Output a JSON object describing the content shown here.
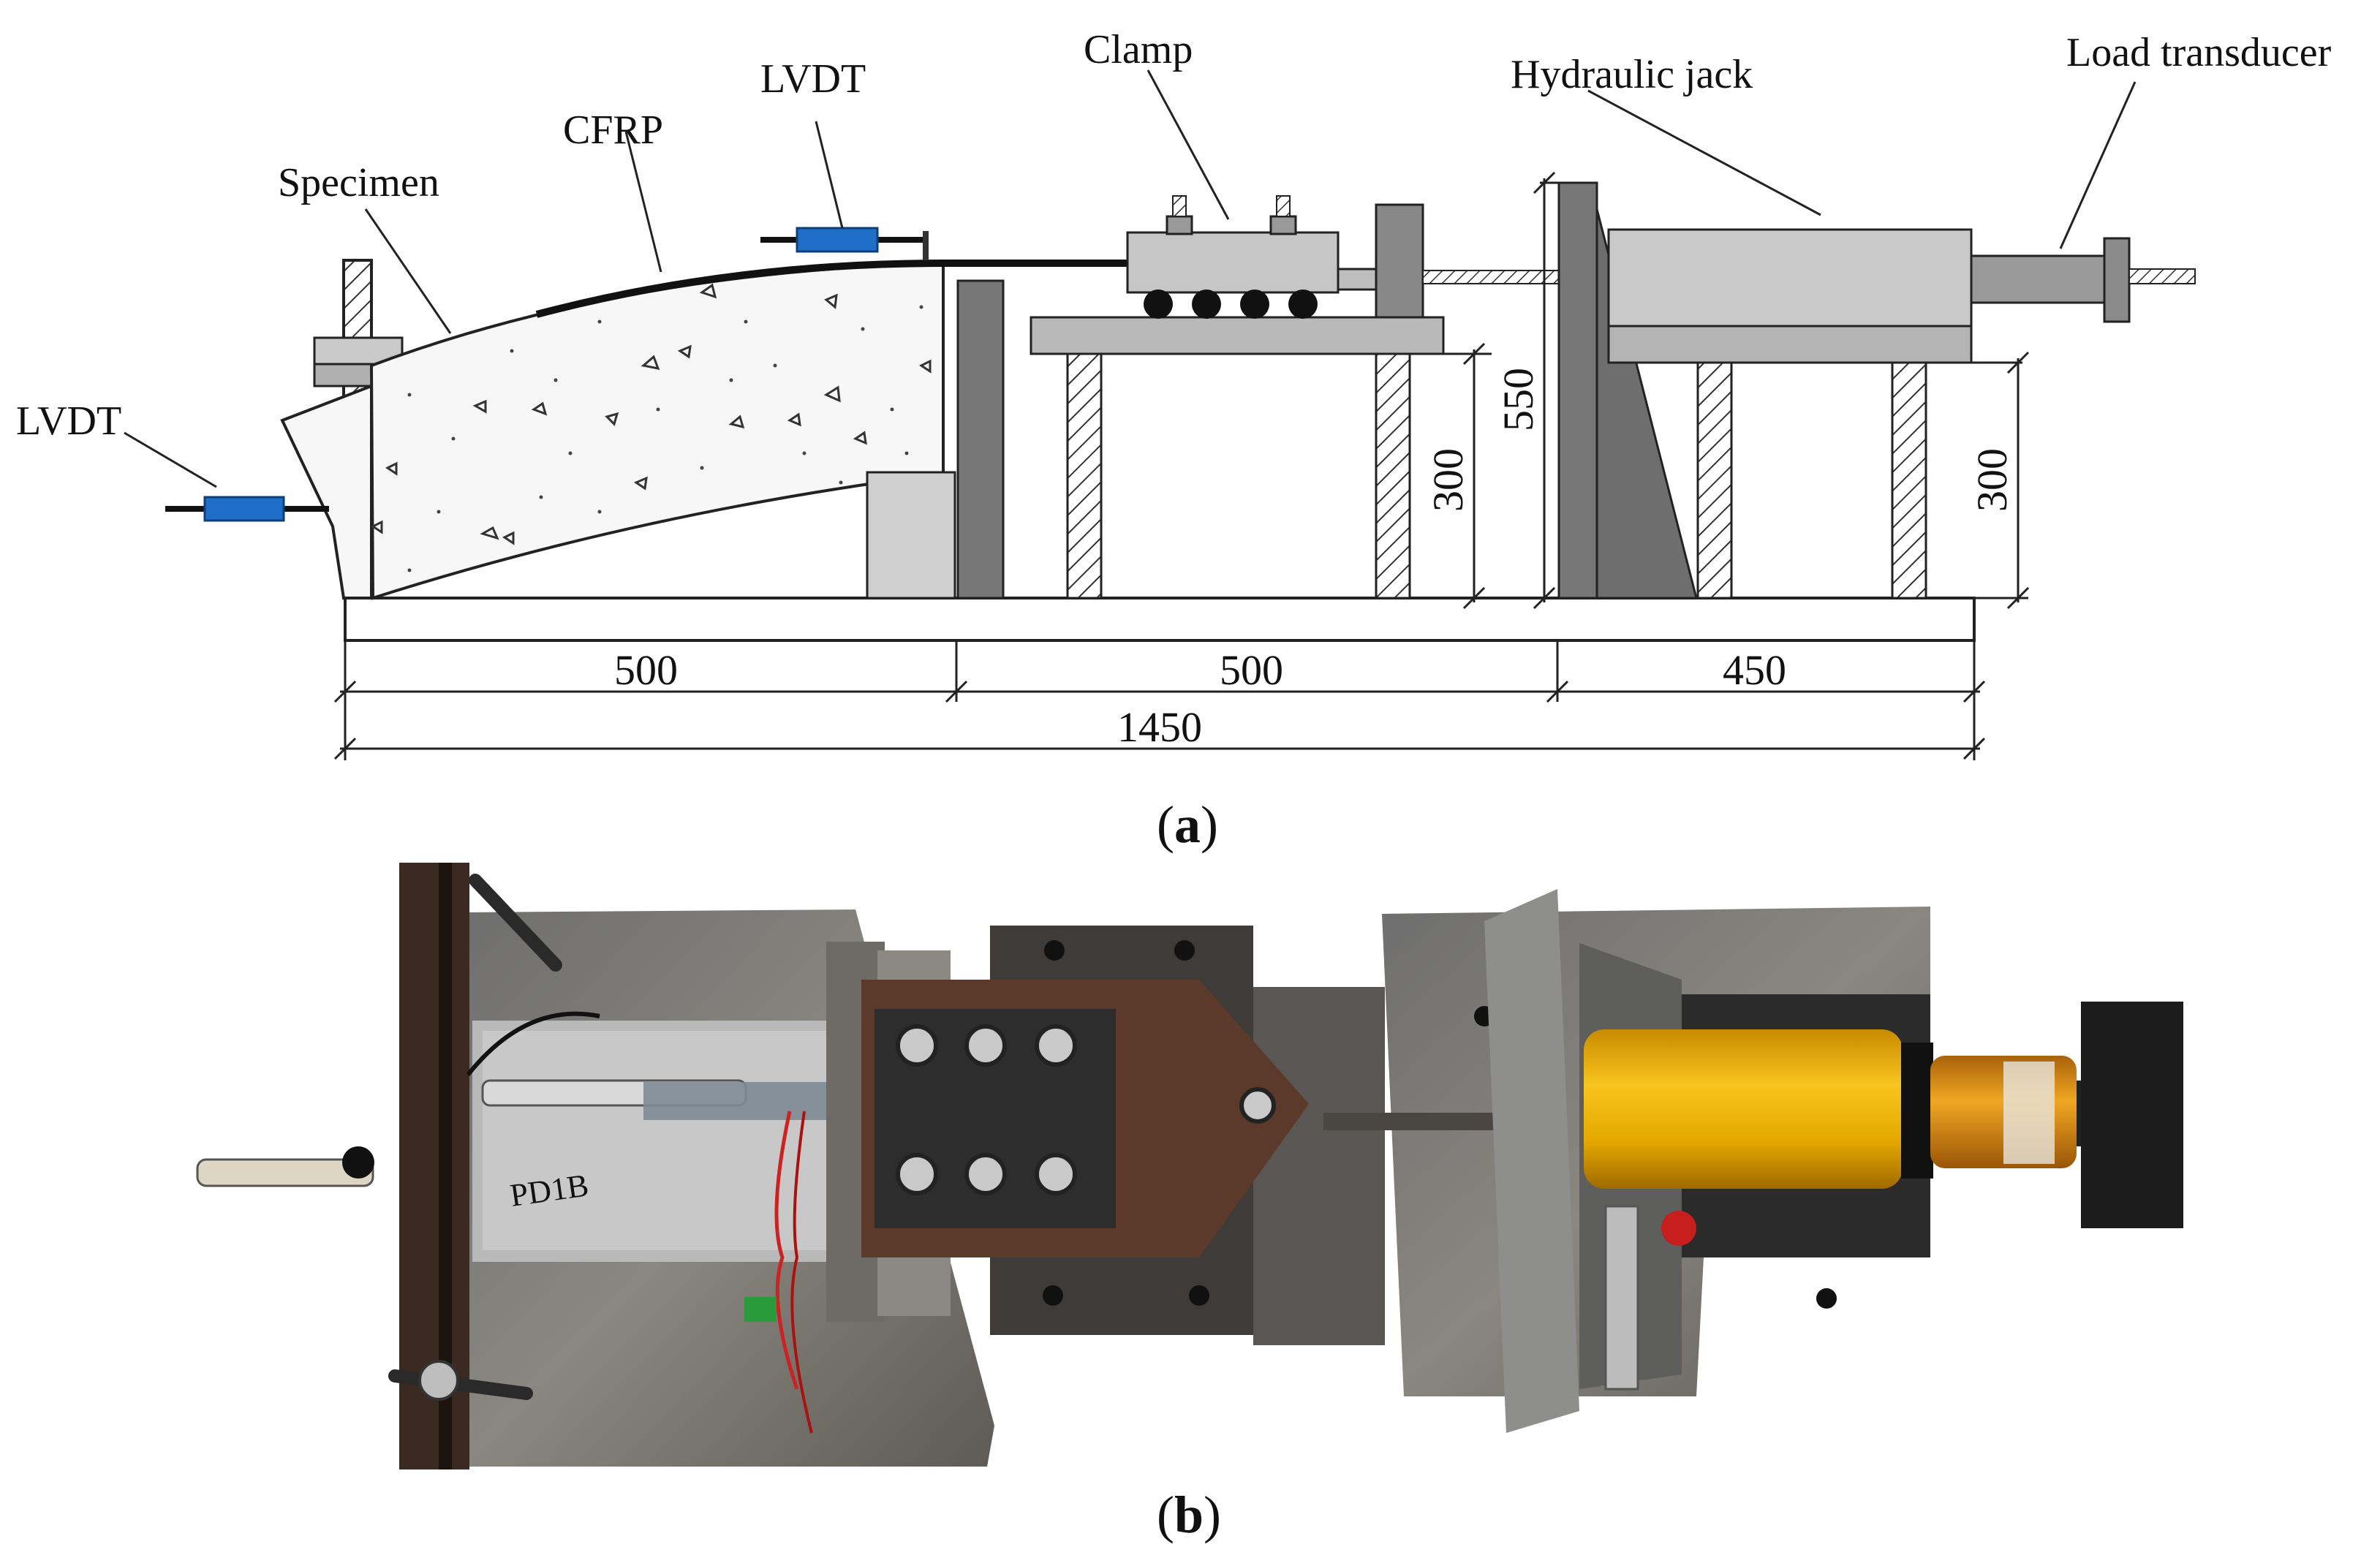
{
  "figure": {
    "panel_a": {
      "caption": "a",
      "labels": {
        "lvdt_top": "LVDT",
        "lvdt_left": "LVDT",
        "cfrp": "CFRP",
        "specimen": "Specimen",
        "clamp": "Clamp",
        "hydraulic_jack": "Hydraulic jack",
        "load_transducer": "Load transducer"
      },
      "dimensions": {
        "seg1": "500",
        "seg2": "500",
        "seg3": "450",
        "total": "1450",
        "support_height_mid": "300",
        "support_height_right": "300",
        "jack_frame_height": "550"
      }
    },
    "panel_b": {
      "caption": "b"
    }
  },
  "colors": {
    "lvdt_blue": "#1f6fc8",
    "steel_gray": "#8a8a8a",
    "light_gray": "#c8c8c8",
    "concrete": "#f4f4f4",
    "jack_yellow": "#f2b705",
    "transducer_orange": "#e09a10"
  }
}
